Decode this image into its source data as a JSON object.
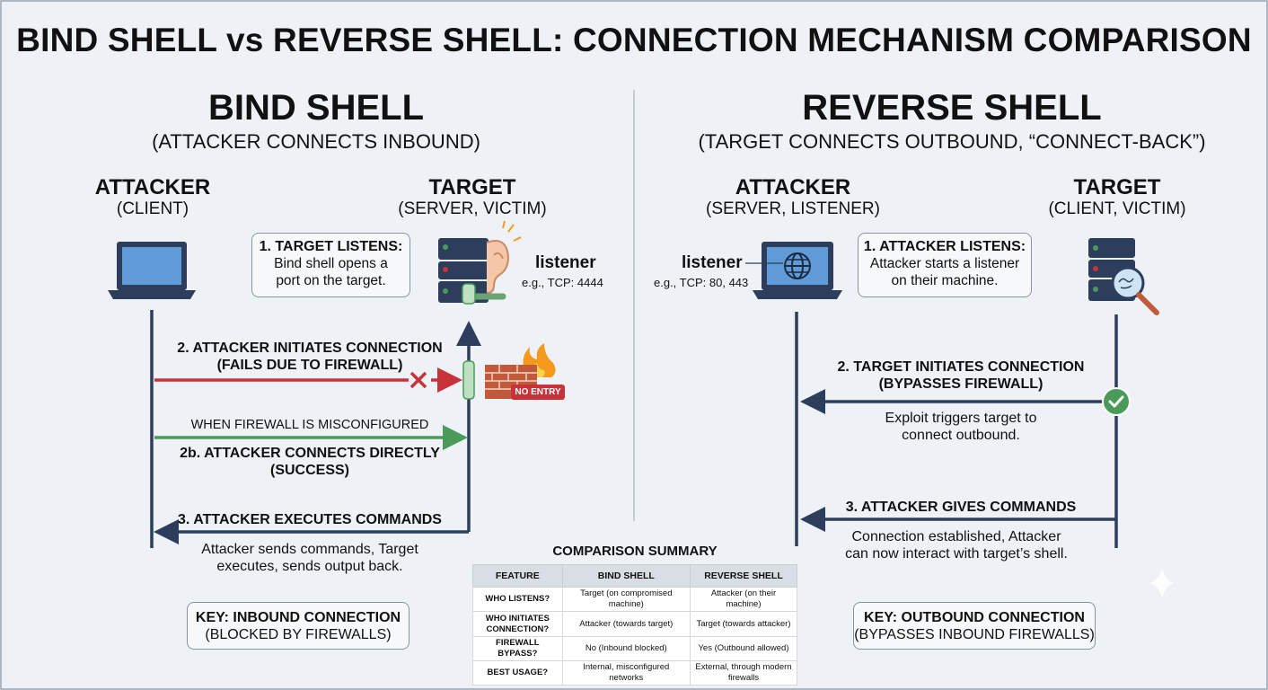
{
  "title": "BIND SHELL vs REVERSE SHELL: CONNECTION MECHANISM COMPARISON",
  "bind": {
    "title": "BIND SHELL",
    "subtitle": "(ATTACKER CONNECTS INBOUND)",
    "attacker": {
      "role": "ATTACKER",
      "sub": "(CLIENT)"
    },
    "target": {
      "role": "TARGET",
      "sub": "(SERVER, VICTIM)"
    },
    "step1": {
      "head": "1. TARGET LISTENS:",
      "body1": "Bind shell opens a",
      "body2": "port on the target."
    },
    "listener": "listener",
    "listener_example": "e.g., TCP: 4444",
    "step2": {
      "line1": "2. ATTACKER INITIATES CONNECTION",
      "line2": "(FAILS DUE TO FIREWALL)"
    },
    "no_entry": "NO ENTRY",
    "misconfig": "WHEN FIREWALL IS MISCONFIGURED",
    "step2b": {
      "line1": "2b. ATTACKER CONNECTS DIRECTLY",
      "line2": "(SUCCESS)"
    },
    "step3": {
      "line1": "3. ATTACKER EXECUTES COMMANDS",
      "body1": "Attacker sends commands, Target",
      "body2": "executes, sends output back."
    },
    "key": {
      "line1": "KEY: INBOUND CONNECTION",
      "line2": "(BLOCKED BY FIREWALLS)"
    }
  },
  "reverse": {
    "title": "REVERSE SHELL",
    "subtitle": "(TARGET CONNECTS OUTBOUND, “CONNECT-BACK”)",
    "attacker": {
      "role": "ATTACKER",
      "sub": "(SERVER, LISTENER)"
    },
    "target": {
      "role": "TARGET",
      "sub": "(CLIENT, VICTIM)"
    },
    "listener": "listener",
    "listener_example": "e.g., TCP: 80, 443",
    "step1": {
      "head": "1. ATTACKER LISTENS:",
      "body1": "Attacker starts a listener",
      "body2": "on their machine."
    },
    "step2": {
      "line1": "2. TARGET INITIATES CONNECTION",
      "line2": "(BYPASSES FIREWALL)",
      "body1": "Exploit triggers target to",
      "body2": "connect outbound."
    },
    "step3": {
      "line1": "3. ATTACKER GIVES COMMANDS",
      "body1": "Connection established, Attacker",
      "body2": "can now interact with target’s shell."
    },
    "key": {
      "line1": "KEY: OUTBOUND CONNECTION",
      "line2": "(BYPASSES INBOUND FIREWALLS)"
    }
  },
  "summary": {
    "title": "COMPARISON SUMMARY",
    "headers": [
      "FEATURE",
      "BIND SHELL",
      "REVERSE SHELL"
    ],
    "rows": [
      [
        "WHO LISTENS?",
        "Target (on compromised machine)",
        "Attacker (on their machine)"
      ],
      [
        "WHO INITIATES CONNECTION?",
        "Attacker (towards target)",
        "Target (towards attacker)"
      ],
      [
        "FIREWALL BYPASS?",
        "No (Inbound blocked)",
        "Yes (Outbound allowed)"
      ],
      [
        "BEST USAGE?",
        "Internal, misconfigured networks",
        "External, through modern firewalls"
      ]
    ]
  },
  "colors": {
    "navy": "#2c3e5c",
    "red": "#c8333a",
    "green": "#4a9a5a",
    "screen": "#5f9bd6",
    "flame": "#f39a1e"
  },
  "icons": [
    "laptop-icon",
    "server-icon",
    "ear-icon",
    "firewall-icon",
    "globe-icon",
    "magnifier-icon",
    "check-icon",
    "x-icon"
  ]
}
